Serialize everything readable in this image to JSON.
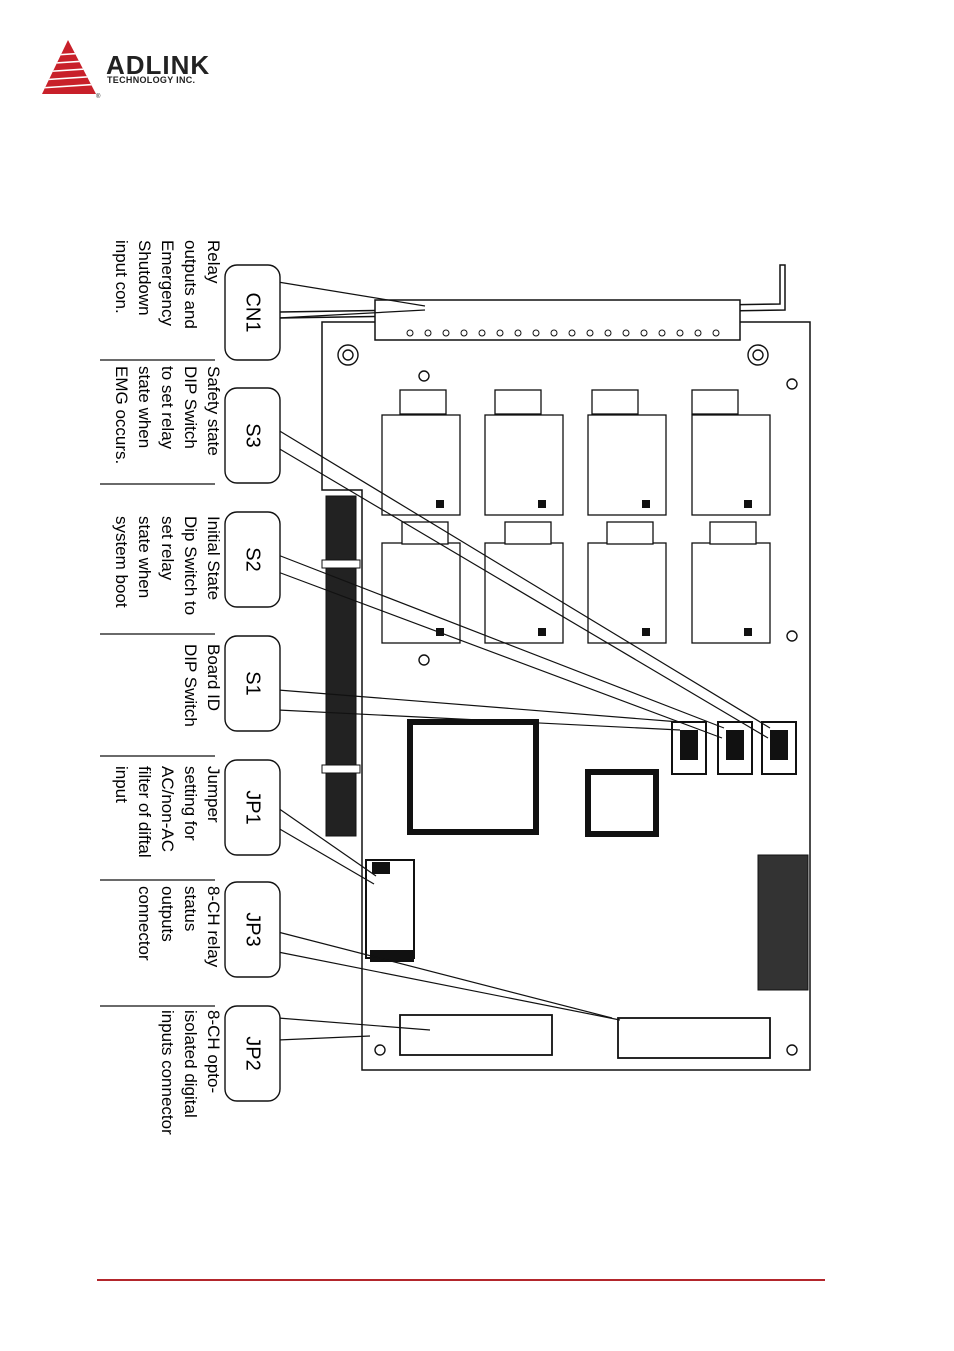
{
  "header": {
    "logo_name": "ADLINK",
    "logo_tagline": "TECHNOLOGY INC.",
    "logo_icon": "adlink-triangle-logo",
    "brand_color": "#c8202a"
  },
  "callouts": [
    {
      "id": "CN1",
      "lines": [
        "Relay",
        "outputs and",
        "Emergency",
        "Shutdown",
        "input con."
      ]
    },
    {
      "id": "S3",
      "lines": [
        "Safety state",
        "DIP Switch",
        "to set relay",
        "state when",
        "EMG occurs."
      ]
    },
    {
      "id": "S2",
      "lines": [
        "Initial State",
        "Dip Switch to",
        "set relay",
        "state when",
        "system boot"
      ]
    },
    {
      "id": "S1",
      "lines": [
        "Board ID",
        "DIP Switch"
      ]
    },
    {
      "id": "JP1",
      "lines": [
        "Jumper",
        "setting for",
        "AC/non-AC",
        "filter of diftal",
        "input"
      ]
    },
    {
      "id": "JP3",
      "lines": [
        "8-CH relay",
        "status",
        "outputs",
        "connector"
      ]
    },
    {
      "id": "JP2",
      "lines": [
        "8-CH opto-",
        "isolated digital",
        "inputs connector"
      ]
    }
  ],
  "footer": {
    "rule_color": "#b3262c"
  }
}
